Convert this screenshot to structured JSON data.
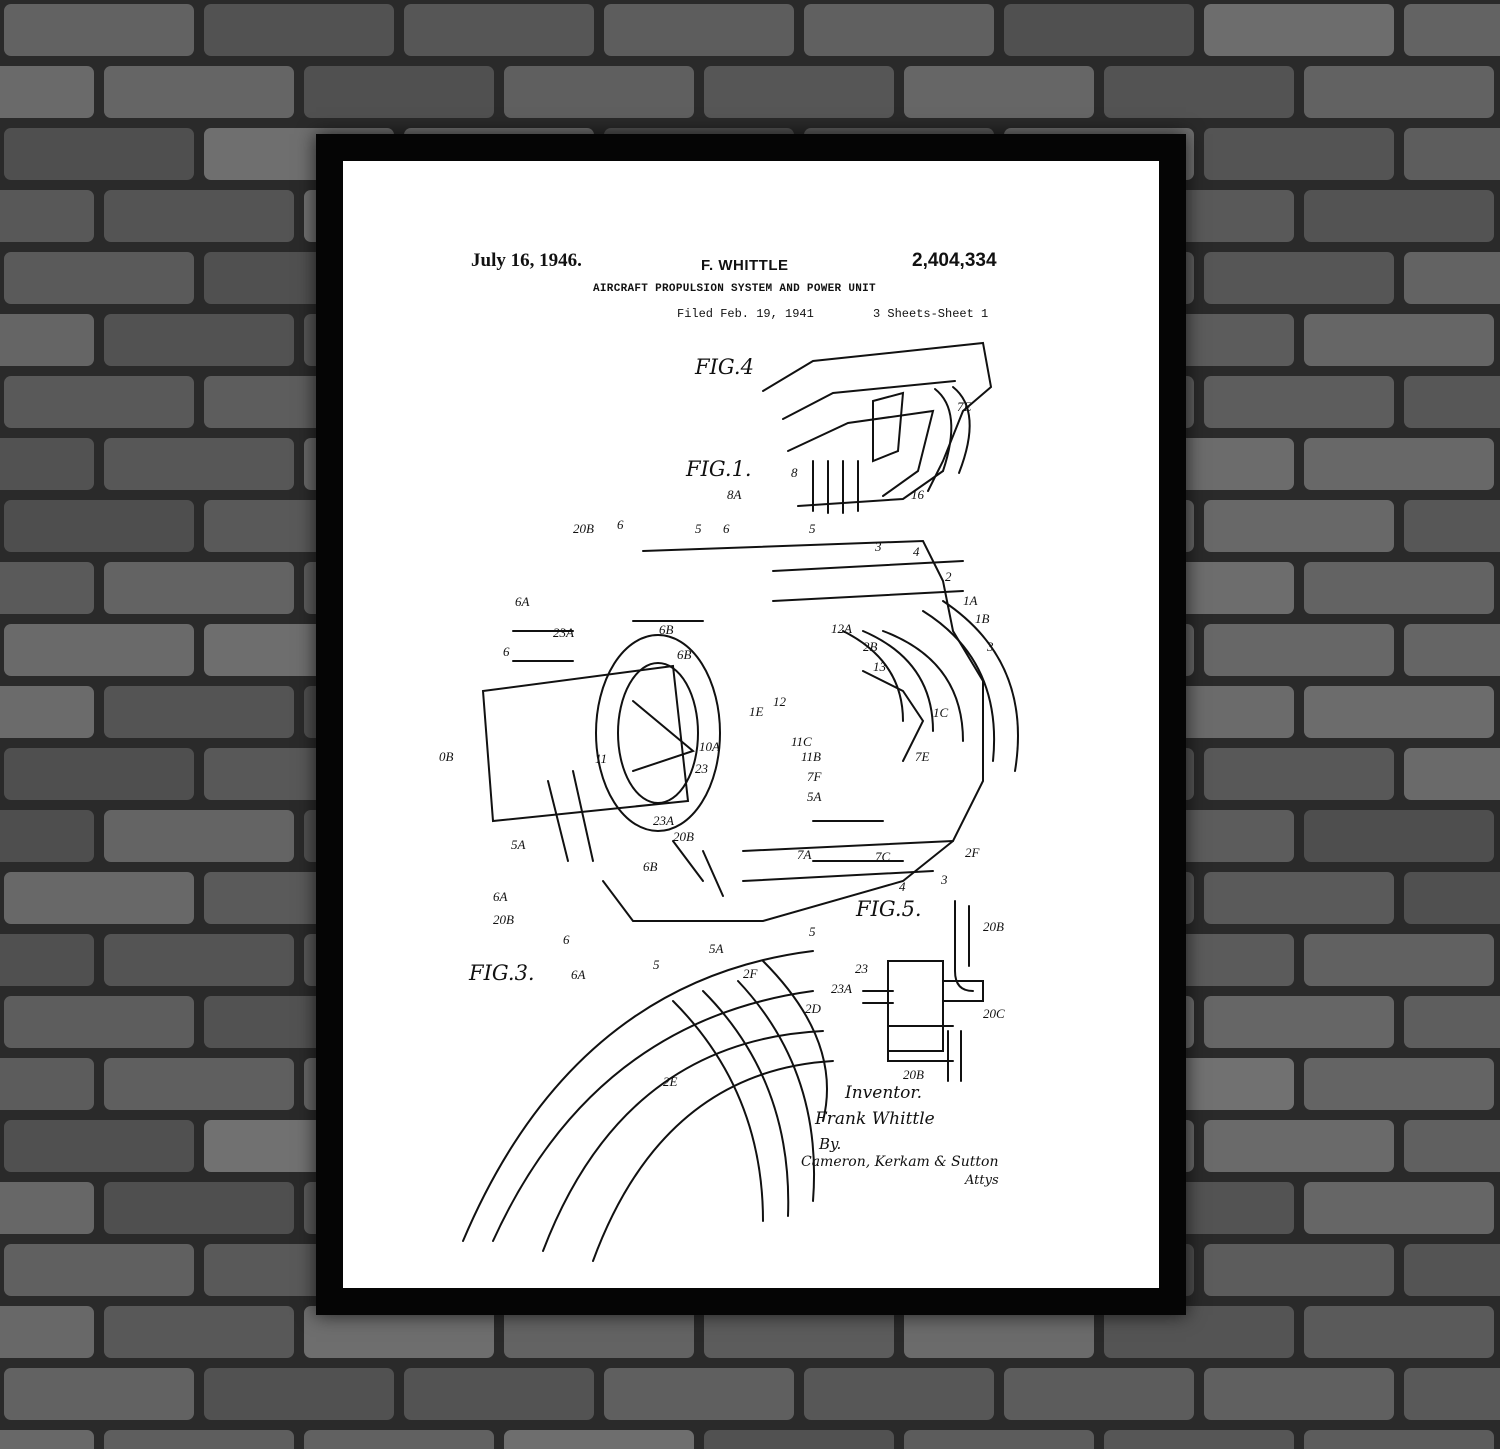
{
  "patent": {
    "date": "July 16, 1946.",
    "inventor": "F. WHITTLE",
    "number": "2,404,334",
    "title": "AIRCRAFT PROPULSION SYSTEM AND POWER UNIT",
    "filed": "Filed Feb. 19, 1941",
    "sheets": "3 Sheets-Sheet 1"
  },
  "figures": {
    "fig4": "FIG.4",
    "fig1": "FIG.1.",
    "fig3": "FIG.3.",
    "fig5": "FIG.5."
  },
  "signature": {
    "label": "Inventor.",
    "name": "Frank Whittle",
    "by": "By.",
    "attorneys": "Cameron, Kerkam & Sutton",
    "attorneys_abbr": "Attys"
  },
  "colors": {
    "wall": "#3c3c3c",
    "frame": "#050505",
    "paper": "#ffffff",
    "ink": "#111111"
  }
}
